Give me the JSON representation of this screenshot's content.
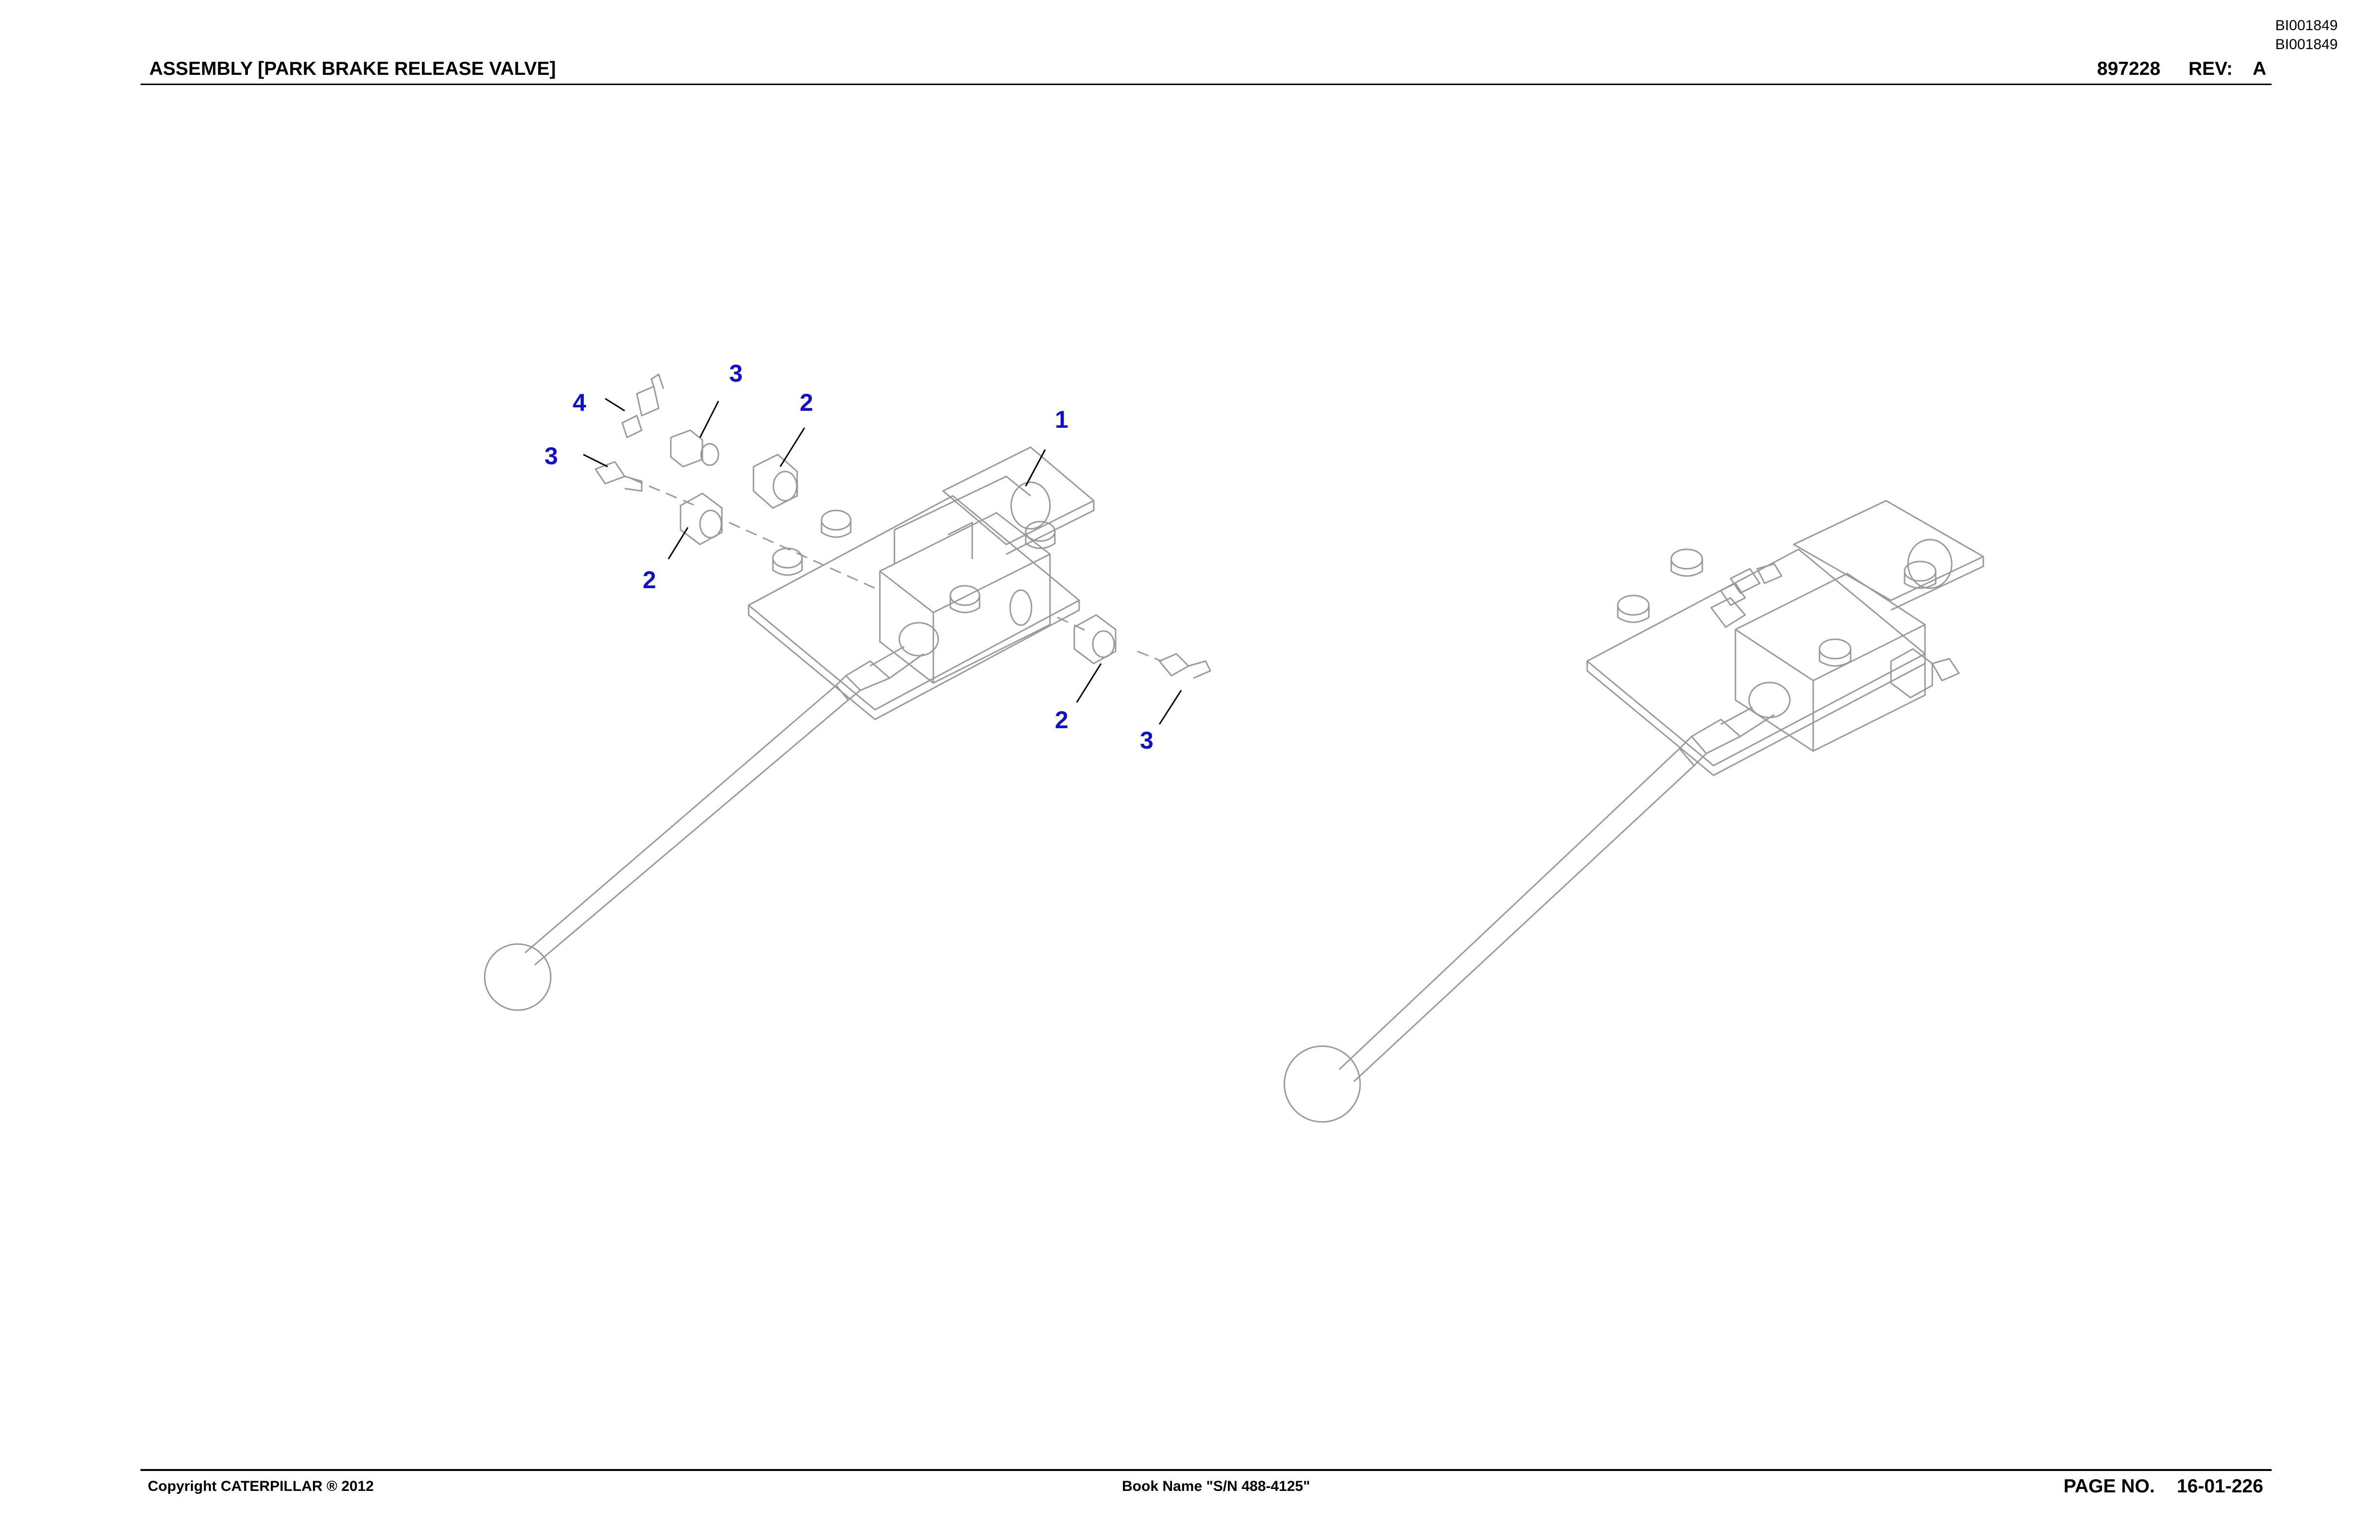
{
  "doc_ids": [
    "BI001849",
    "BI001849"
  ],
  "header": {
    "title": "ASSEMBLY [PARK BRAKE RELEASE VALVE]",
    "part_number": "897228",
    "rev_label": "REV:",
    "rev_value": "A"
  },
  "footer": {
    "copyright": "Copyright CATERPILLAR ® 2012",
    "book_name": "Book Name \"S/N 488-4125\"",
    "page_label": "PAGE NO.",
    "page_value": "16-01-226"
  },
  "callouts": [
    "1",
    "2",
    "2",
    "2",
    "3",
    "3",
    "3",
    "4"
  ],
  "colors": {
    "callout": "#1010c8",
    "line": "#9a9a9a",
    "text": "#000000"
  }
}
